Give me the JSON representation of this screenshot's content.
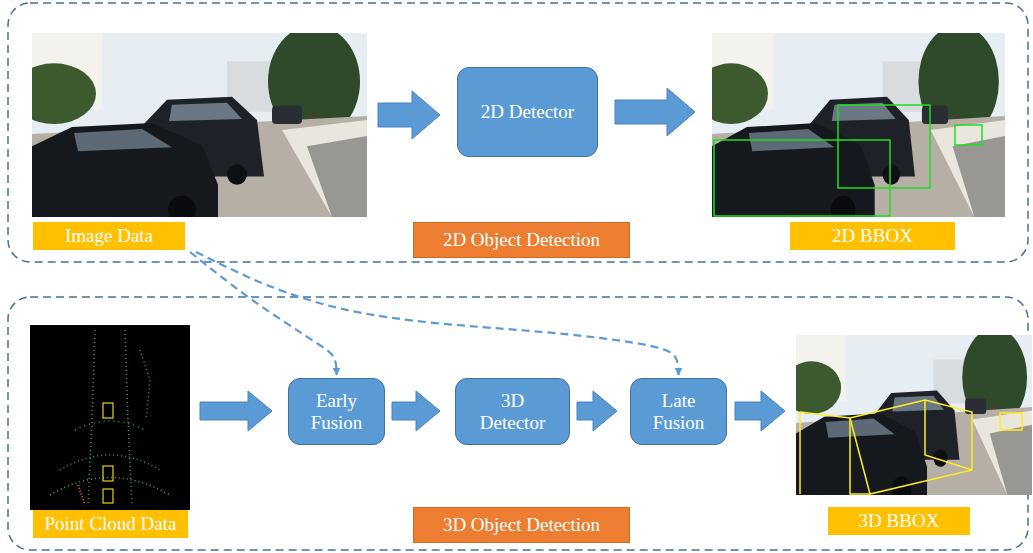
{
  "diagram": {
    "nodes": [
      {
        "text": [
          "Image Data"
        ]
      },
      {
        "text": [
          "2D Detector"
        ]
      },
      {
        "text": [
          "2D Object Detection"
        ]
      },
      {
        "text": [
          "2D BBOX"
        ]
      },
      {
        "text": [
          "Point Cloud Data"
        ]
      },
      {
        "text": [
          "Early Fusion"
        ]
      },
      {
        "text": [
          "3D Detector"
        ]
      },
      {
        "text": [
          "Late Fusion"
        ]
      },
      {
        "text": [
          "3D Object Detection"
        ]
      },
      {
        "text": [
          "3D BBOX"
        ]
      }
    ],
    "edges": [
      {
        "from": 0,
        "to": 1,
        "arrow": "to"
      },
      {
        "from": 1,
        "to": 3,
        "arrow": "to"
      },
      {
        "from": 4,
        "to": 5,
        "arrow": "to"
      },
      {
        "from": 5,
        "to": 6,
        "arrow": "to"
      },
      {
        "from": 6,
        "to": 7,
        "arrow": "to"
      },
      {
        "from": 7,
        "to": 9,
        "arrow": "to"
      },
      {
        "from": 0,
        "to": 5,
        "arrow": "to"
      },
      {
        "from": 0,
        "to": 7,
        "arrow": "to"
      }
    ]
  }
}
